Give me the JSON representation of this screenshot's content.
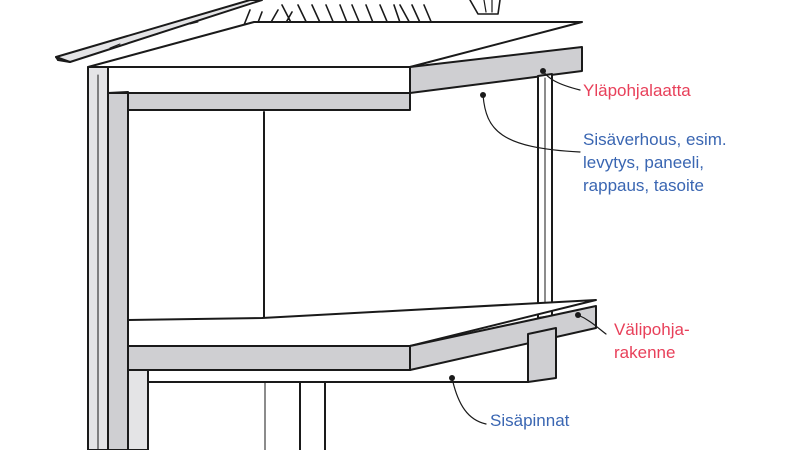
{
  "colors": {
    "red": "#e8405a",
    "blue": "#3a66b2",
    "ink": "#1a1a1a",
    "panel": "#cfcfd2",
    "panel_light": "#e4e4e6"
  },
  "callouts": {
    "ylapohja": {
      "text": "Yläpohjalaatta",
      "color_key": "red"
    },
    "sisaverhous": {
      "lines": [
        "Sisäverhous, esim.",
        "levytys, paneeli,",
        "rappaus, tasoite"
      ],
      "color_key": "blue"
    },
    "valipohja": {
      "lines": [
        "Välipohja-",
        "rakenne"
      ],
      "color_key": "red"
    },
    "sisapinnat": {
      "text": "Sisäpinnat",
      "color_key": "blue"
    }
  }
}
